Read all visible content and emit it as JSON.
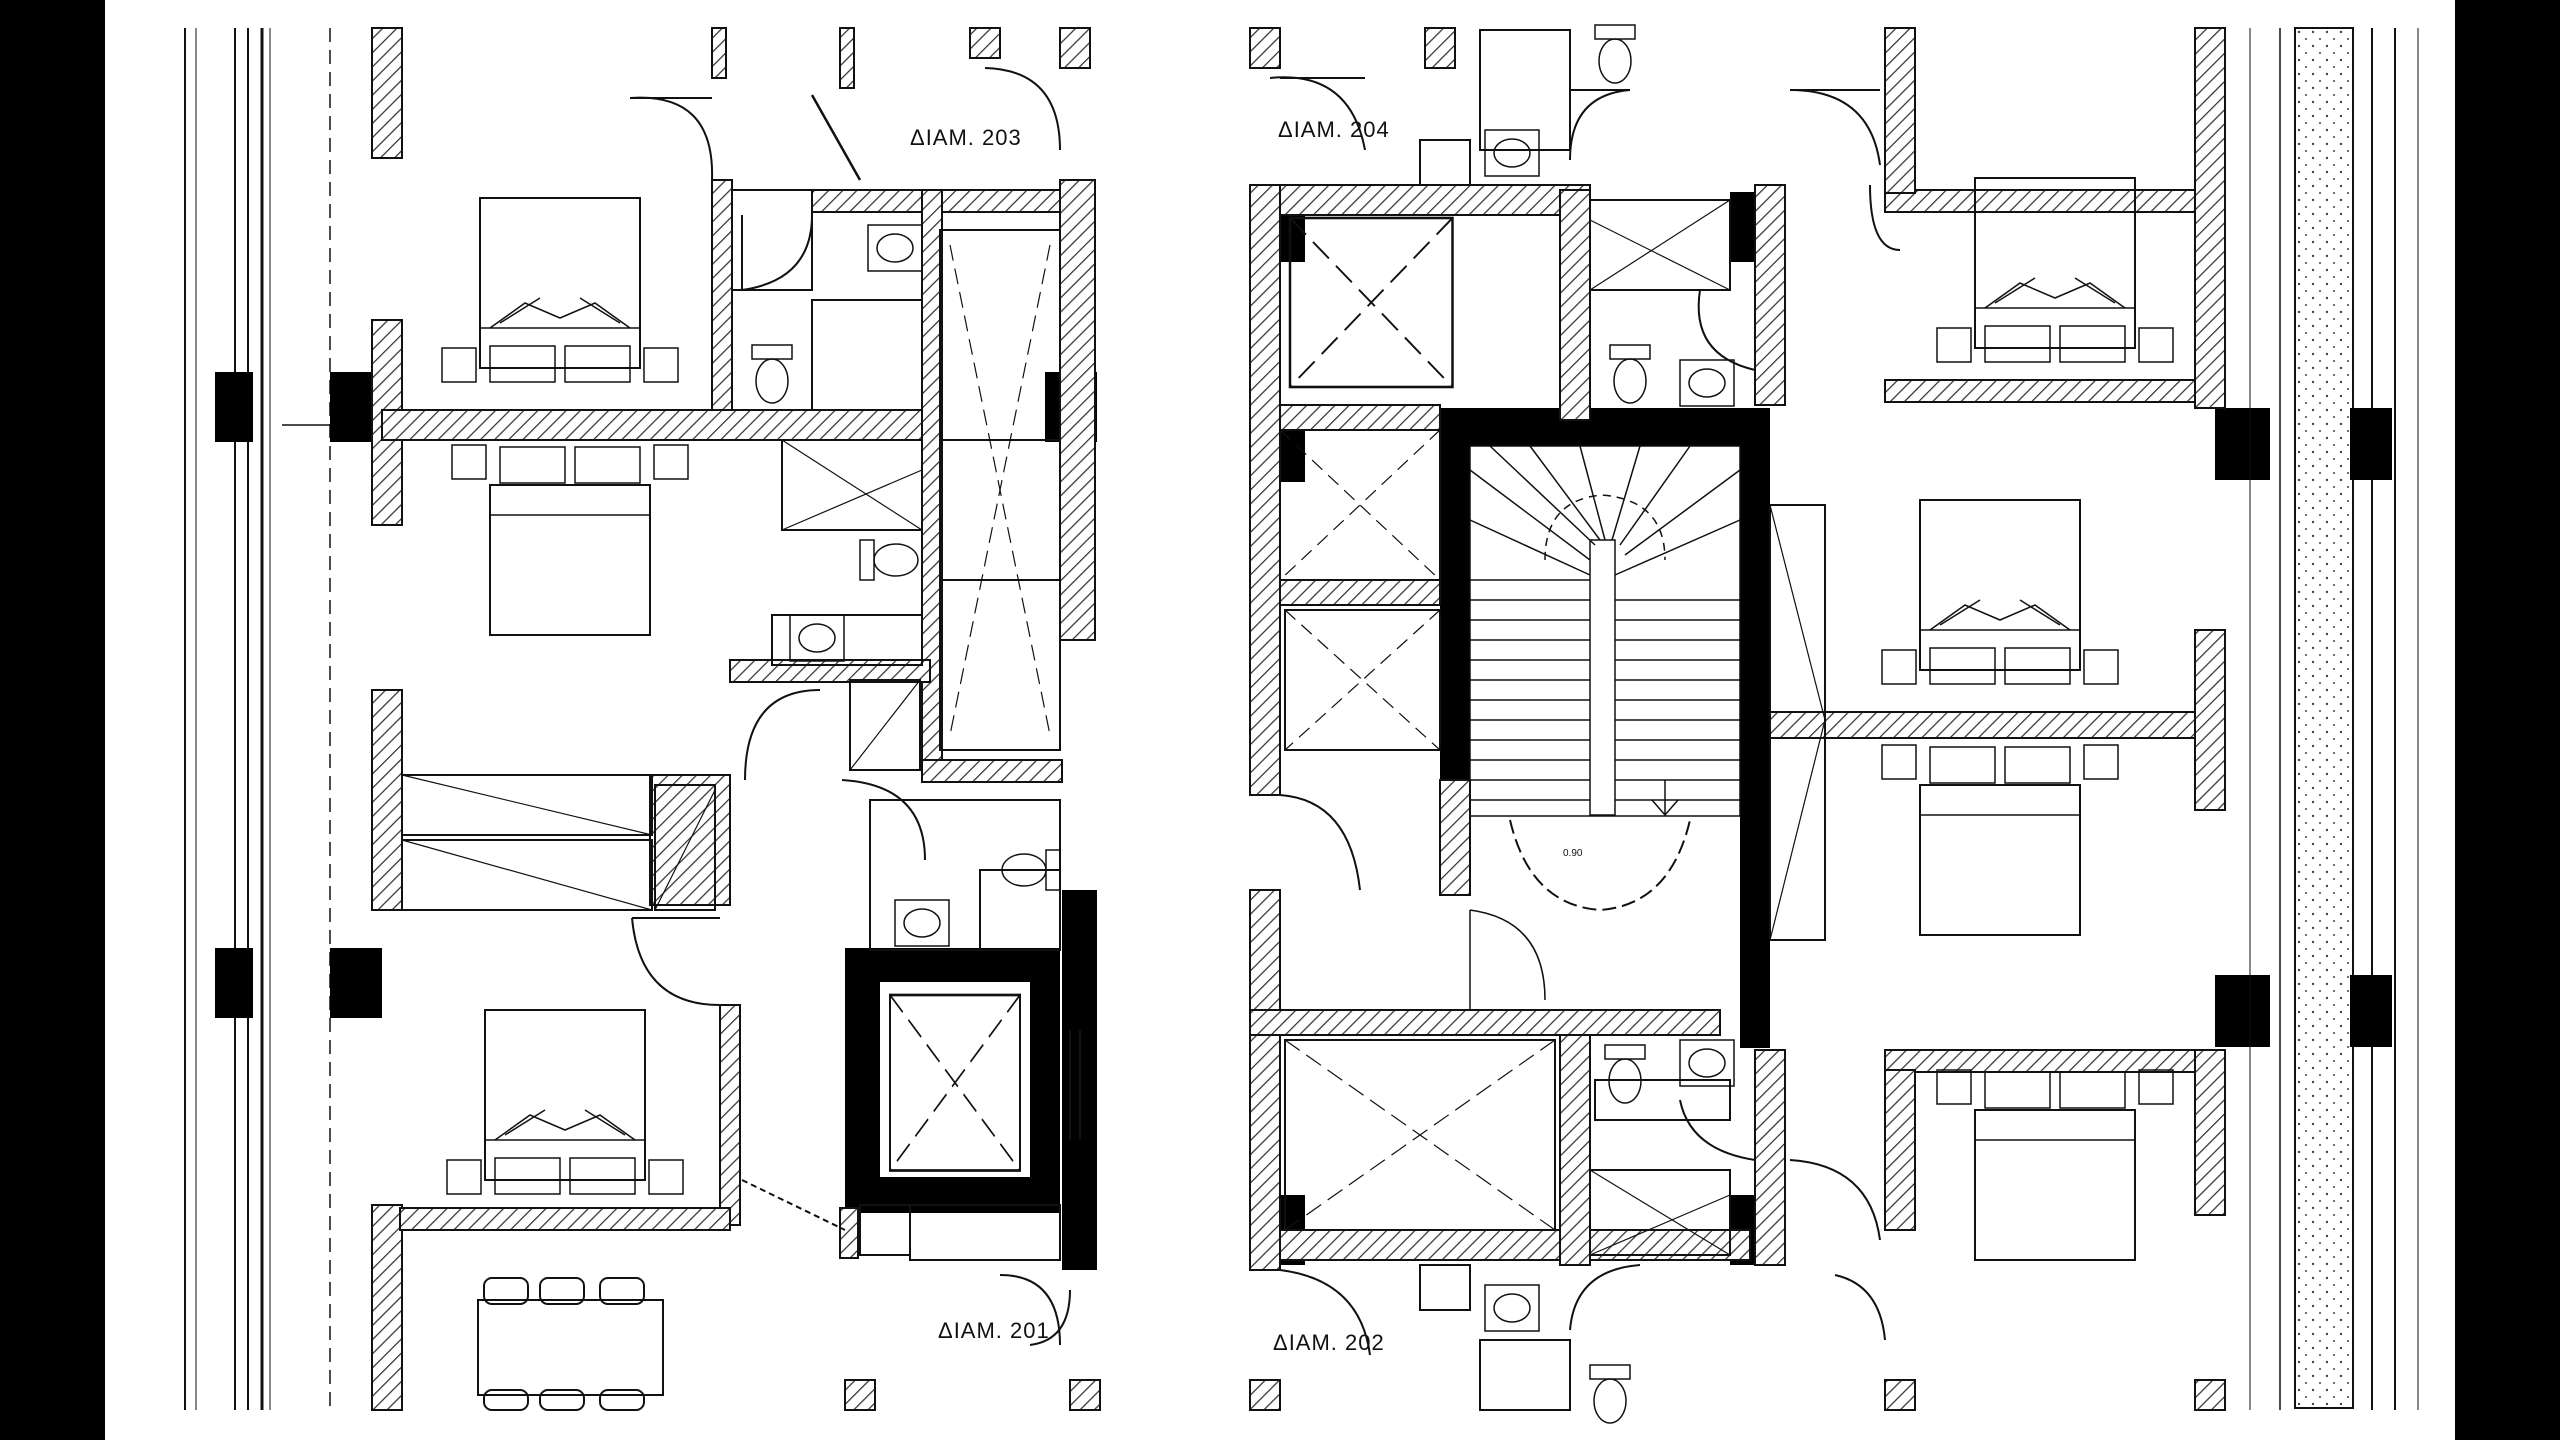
{
  "plan": {
    "apartments": [
      {
        "id": "apt-203",
        "label": "ΔΙΑΜ. 203"
      },
      {
        "id": "apt-204",
        "label": "ΔΙΑΜ. 204"
      },
      {
        "id": "apt-201",
        "label": "ΔΙΑΜ. 201"
      },
      {
        "id": "apt-202",
        "label": "ΔΙΑΜ. 202"
      }
    ],
    "stair_note": "0.90"
  },
  "colors": {
    "background": "#000000",
    "paper": "#ffffff",
    "line": "#111111",
    "hatch": "#444444",
    "column": "#000000"
  }
}
